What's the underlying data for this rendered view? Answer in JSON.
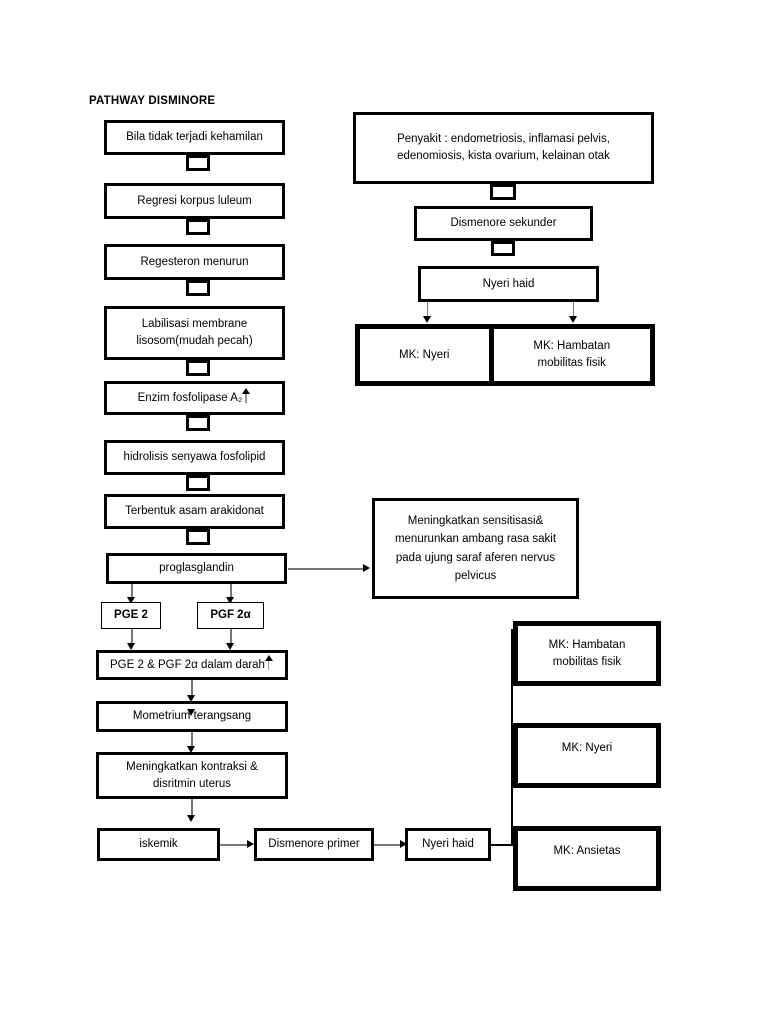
{
  "title": "PATHWAY DISMINORE",
  "colors": {
    "stroke": "#000000",
    "thin_line": "#777777",
    "background": "#ffffff"
  },
  "left_chain": {
    "nodes": [
      {
        "id": "bila-tidak-terjadi-kehamilan",
        "label": "Bila tidak terjadi kehamilan"
      },
      {
        "id": "regresi-korpus-luleum",
        "label": "Regresi korpus luleum"
      },
      {
        "id": "regesteron-menurun",
        "label": "Regesteron menurun"
      },
      {
        "id": "labilisasi-membrane-lisosom",
        "label": "Labilisasi membrane lisosom(mudah pecah)"
      },
      {
        "id": "enzim-fosfolipase",
        "label": "Enzim fosfolipase A₂"
      },
      {
        "id": "hidrolisis-senyawa-fosfolipid",
        "label": "hidrolisis senyawa fosfolipid"
      },
      {
        "id": "terbentuk-asam-arakidonat",
        "label": "Terbentuk asam arakidonat"
      },
      {
        "id": "proglasglandin",
        "label": "proglasglandin"
      }
    ]
  },
  "prostaglandin_split": {
    "left": "PGE 2",
    "right": "PGF 2α"
  },
  "left_lower_chain": {
    "nodes": [
      {
        "id": "pge-pgf-dalam-darah",
        "label": "PGE 2 & PGF 2α dalam darah"
      },
      {
        "id": "mometrium-terangsang",
        "label": "Mometrium terangsang"
      },
      {
        "id": "meningkatkan-kontraksi",
        "label": "Meningkatkan kontraksi & disritmin uterus"
      }
    ]
  },
  "bottom_row": {
    "iskemik": "iskemik",
    "dismenore_primer": "Dismenore primer",
    "nyeri_haid": "Nyeri haid"
  },
  "right_chain": {
    "penyakit": "Penyakit : endometriosis, inflamasi pelvis, edenomiosis, kista ovarium, kelainan otak",
    "dismenore_sekunder": "Dismenore sekunder",
    "nyeri_haid": "Nyeri haid",
    "outcomes": [
      {
        "id": "mk-nyeri",
        "label": "MK: Nyeri"
      },
      {
        "id": "mk-hambatan-mobilitas-fisik",
        "label": "MK: Hambatan mobilitas fisik"
      }
    ]
  },
  "side_note": {
    "label": "Meningkatkan sensitisasi& menurunkan ambang rasa sakit pada ujung saraf aferen nervus pelvicus"
  },
  "right_outcomes": [
    {
      "id": "mk-hambatan-mobilitas-fisik-2",
      "label": "MK: Hambatan mobilitas fisik"
    },
    {
      "id": "mk-nyeri-2",
      "label": "MK: Nyeri"
    },
    {
      "id": "mk-ansietas",
      "label": "MK: Ansietas"
    }
  ]
}
